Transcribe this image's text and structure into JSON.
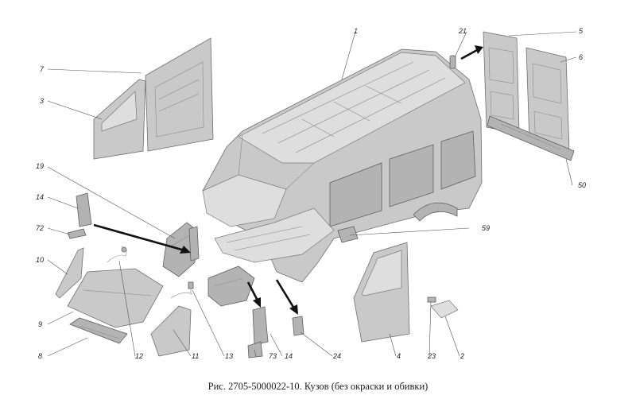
{
  "caption": "Рис. 2705-5000022-10. Кузов (без окраски и обивки)",
  "callouts": {
    "c1": "1",
    "c2": "2",
    "c3": "3",
    "c4": "4",
    "c5": "5",
    "c6": "6",
    "c7": "7",
    "c8": "8",
    "c9": "9",
    "c10": "10",
    "c11": "11",
    "c12": "12",
    "c13": "13",
    "c14a": "14",
    "c14b": "14",
    "c19": "19",
    "c21": "21",
    "c23": "23",
    "c24": "24",
    "c50": "50",
    "c59": "59",
    "c72": "72",
    "c73": "73"
  },
  "colors": {
    "part_fill": "#c9c9c9",
    "part_stroke": "#6f6f6f",
    "arrow": "#111111"
  }
}
